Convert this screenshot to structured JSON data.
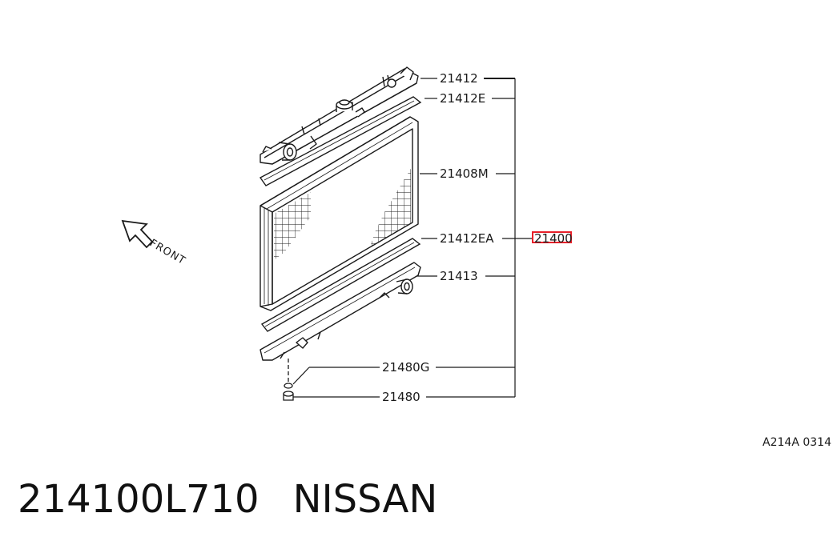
{
  "callouts": {
    "c_21412": "21412",
    "c_21412e": "21412E",
    "c_21408m": "21408M",
    "c_21412ea": "21412EA",
    "c_21413": "21413",
    "c_21480g": "21480G",
    "c_21480": "21480",
    "assembly": "21400"
  },
  "front_label": "FRONT",
  "ref_code": "A214A 0314",
  "footer": {
    "part_number": "214100L710",
    "brand": "NISSAN"
  },
  "colors": {
    "line": "#1a1a1a",
    "highlight": "#e8202a"
  }
}
